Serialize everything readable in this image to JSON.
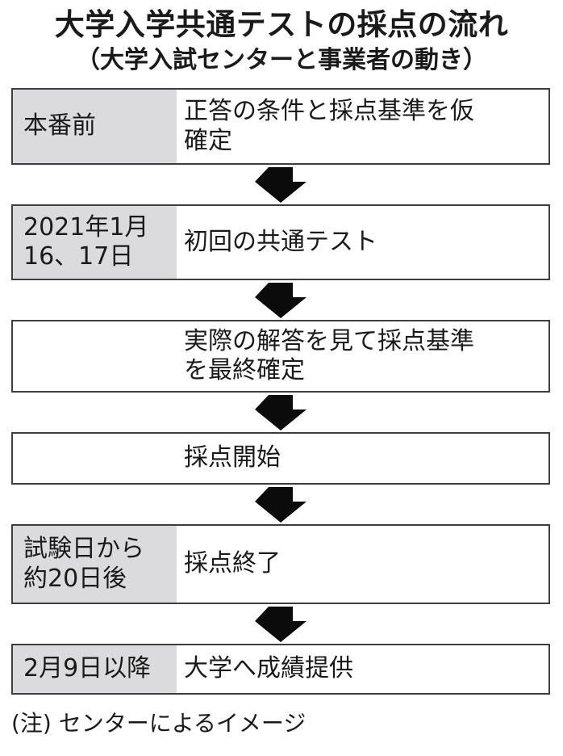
{
  "page": {
    "title": "大学入学共通テストの採点の流れ",
    "subtitle": "（大学入試センターと事業者の動き）",
    "footnote": "(注) センターによるイメージ"
  },
  "flow": {
    "arrow_icon": "down-arrow",
    "steps": [
      {
        "label": "本番前",
        "text": "正答の条件と採点基準を仮\n確定"
      },
      {
        "label": "2021年1月\n16、17日",
        "text": "初回の共通テスト"
      },
      {
        "label": "",
        "text": "実際の解答を見て採点基準\nを最終確定"
      },
      {
        "label": "",
        "text": "採点開始"
      },
      {
        "label": "試験日から\n約20日後",
        "text": "採点終了"
      },
      {
        "label": "2月9日以降",
        "text": "大学へ成績提供"
      }
    ]
  },
  "colors": {
    "background": "#ffffff",
    "text": "#1a1a1a",
    "box_border": "#3e3e3e",
    "label_background": "#dbdbdd",
    "arrow": "#0b0b0b"
  }
}
